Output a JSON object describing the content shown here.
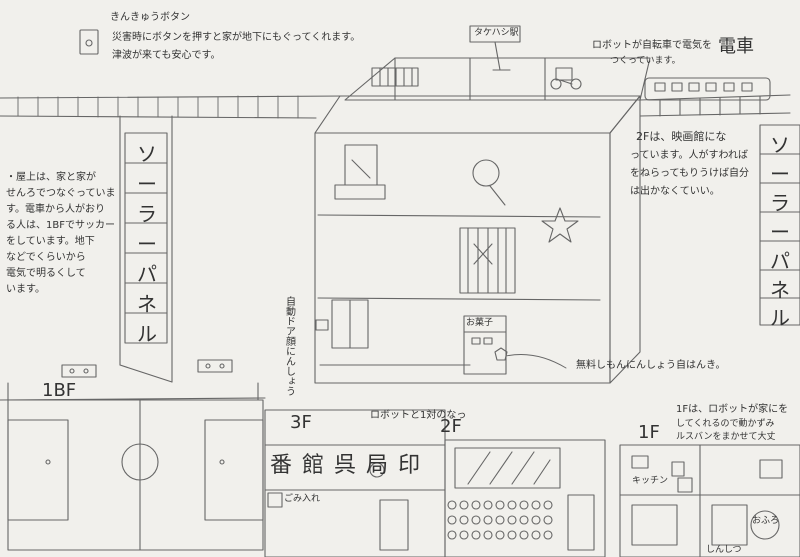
{
  "emergency": {
    "title": "きんきゅうボタン",
    "line1": "災害時にボタンを押すと家が地下にもぐってくれます。",
    "line2": "津波が来ても安心です。"
  },
  "roof_sign": "タケハシ駅",
  "robot_note": {
    "line1": "ロボットが自転車で電気を",
    "line2": "つくっています。"
  },
  "train_label": "電車",
  "rooftop_note": {
    "line1": "・屋上は、家と家が",
    "line2": "せんろでつなぐっていま",
    "line3": "す。電車から人がおり",
    "line4": "る人は、1BFでサッカー",
    "line5": "をしています。地下",
    "line6": "などでくらいから",
    "line7": "電気で明るくして",
    "line8": "います。"
  },
  "solar_left": [
    "ソ",
    "ー",
    "ラ",
    "ー",
    "パ",
    "ネ",
    "ル"
  ],
  "solar_right": [
    "ソ",
    "ー",
    "ラ",
    "ー",
    "パ",
    "ネ",
    "ル"
  ],
  "theater_note": {
    "line1": "2Fは、映画館にな",
    "line2": "っています。人がすわれば",
    "line3": "をねらってもりうけば自分",
    "line4": "は出かなくていい。"
  },
  "door_note": "自動ドア顔にんしょう",
  "free_vending": "無料しもんにんしょう自はんき。",
  "floor_1bf": "1BF",
  "floor_3f": "3F",
  "floor_2f": "2F",
  "floor_1f": "1F",
  "robot_life": "ロボットと1対のなっ",
  "floor1_note": {
    "line1": "1Fは、ロボットが家にを",
    "line2": "してくれるので動かずみ",
    "line3": "ルスバンをまかせて大丈"
  },
  "kitchen": "キッチン",
  "bath": "おふろ",
  "bed": "しんしつ",
  "shop_chars": [
    "番",
    "館",
    "呉",
    "局",
    "印"
  ],
  "window_sign": "お菓子",
  "trash": "ごみ入れ"
}
